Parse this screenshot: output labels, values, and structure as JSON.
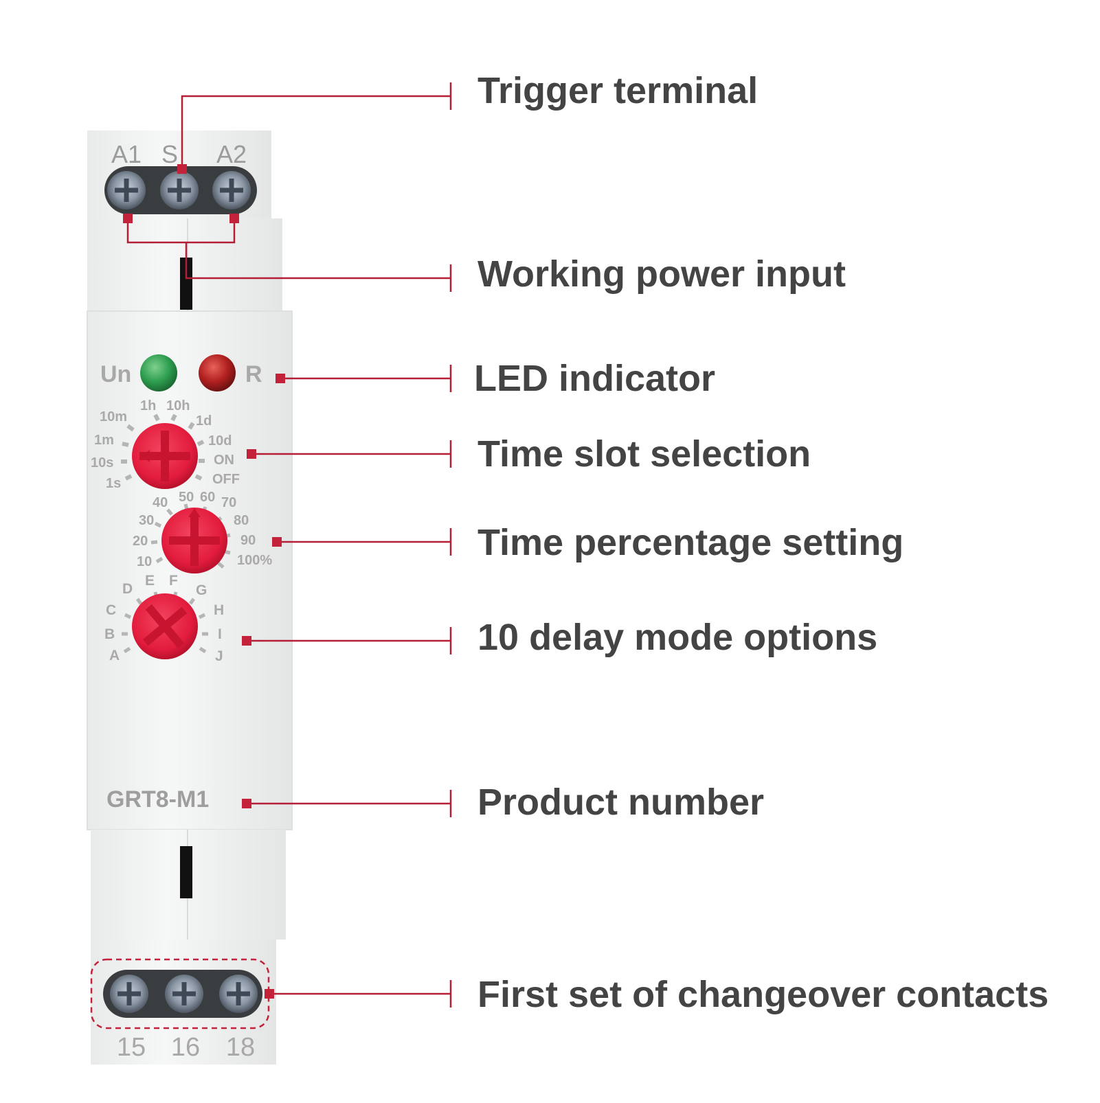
{
  "device": {
    "top_terminals": [
      "A1",
      "S",
      "A2"
    ],
    "bottom_terminals": [
      "15",
      "16",
      "18"
    ],
    "led_labels": {
      "left": "Un",
      "right": "R"
    },
    "led_colors": {
      "power": "#2e9e4f",
      "relay": "#b0201f"
    },
    "range_dial": {
      "left_scale": [
        "10m",
        "1m",
        "10s",
        "1s"
      ],
      "top_scale": [
        "1h",
        "10h"
      ],
      "right_scale": [
        "1d",
        "10d",
        "ON",
        "OFF"
      ]
    },
    "percent_dial": {
      "scale": [
        "10",
        "20",
        "30",
        "40",
        "50",
        "60",
        "70",
        "80",
        "90",
        "100%"
      ]
    },
    "mode_dial": {
      "scale": [
        "A",
        "B",
        "C",
        "D",
        "E",
        "F",
        "G",
        "H",
        "I",
        "J"
      ]
    },
    "product_number": "GRT8-M1",
    "knob_color": "#e31c3d",
    "housing_color": "#f3f4f4"
  },
  "callouts": {
    "trigger_terminal": "Trigger terminal",
    "working_power_input": "Working power input",
    "led_indicator": "LED indicator",
    "time_slot_selection": "Time slot selection",
    "time_percentage_setting": "Time percentage setting",
    "delay_mode_options": "10 delay mode options",
    "product_number": "Product number",
    "changeover_contacts": "First set of changeover contacts"
  },
  "leader_color": "#b51f35"
}
